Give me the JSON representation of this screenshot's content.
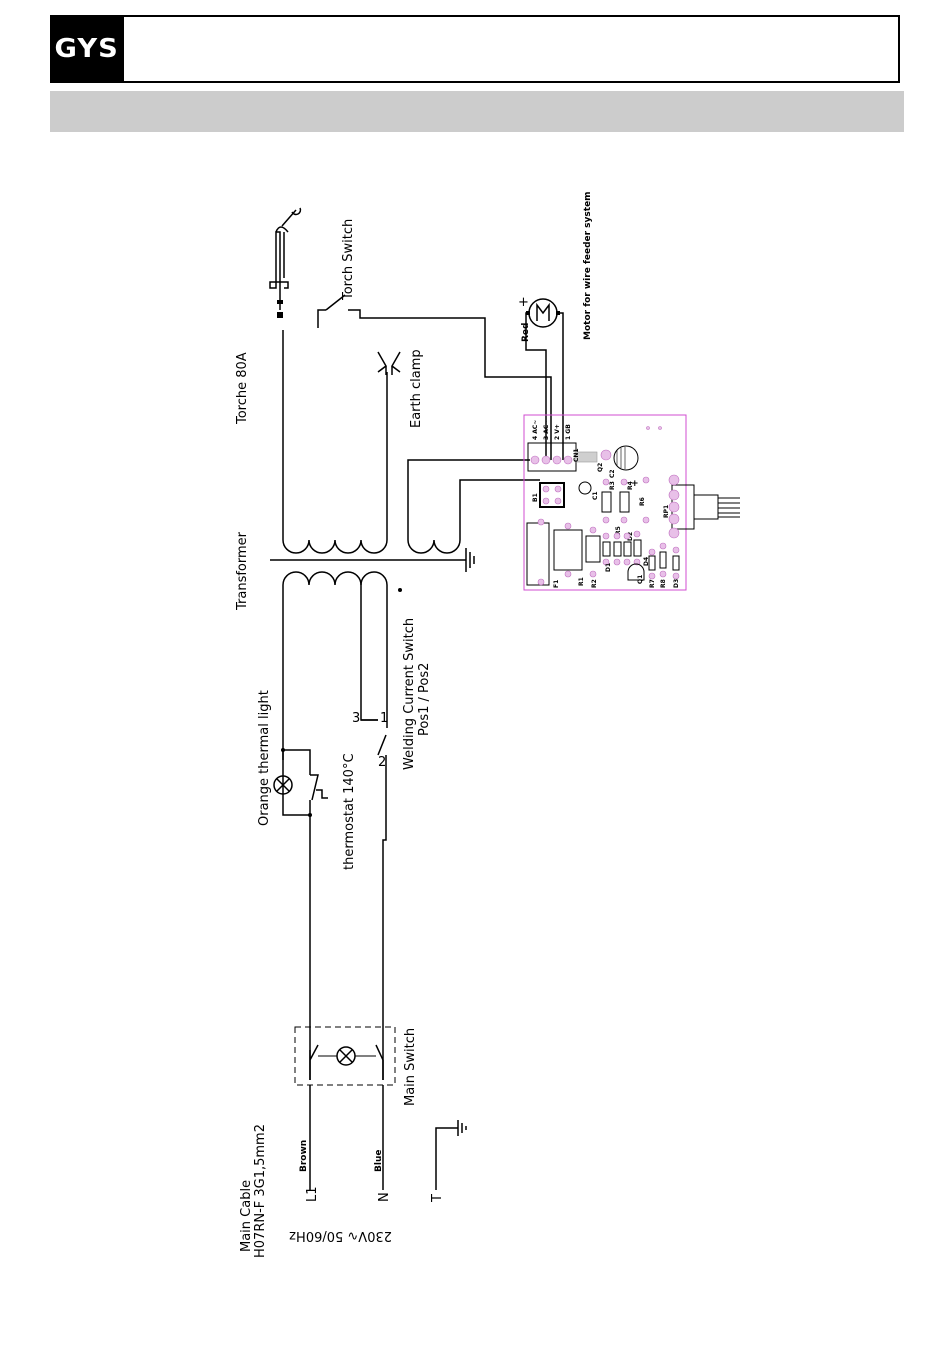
{
  "header": {
    "logo_text": "GYS"
  },
  "labels": {
    "torch": "Torche 80A",
    "torch_switch": "Torch Switch",
    "earth_clamp": "Earth clamp",
    "transformer": "Transformer",
    "motor": "Motor for wire feeder system",
    "motor_plus": "+",
    "red": "Red",
    "thermal_light": "Orange thermal light",
    "thermostat": "thermostat 140°C",
    "weld_switch_1": "Welding Current Switch",
    "weld_switch_2": "Pos1 / Pos2",
    "pos3": "3",
    "pos1": "1",
    "pos2": "2",
    "main_switch": "Main Switch",
    "main_cable_1": "Main Cable",
    "main_cable_2": "H07RN-F   3G1,5mm2",
    "brown": "Brown",
    "blue": "Blue",
    "l1": "L1",
    "n": "N",
    "t": "T",
    "supply": "230V∿ 50/60Hz"
  },
  "pcb": {
    "terminals": [
      "4 AC~",
      "3 AC~",
      "2 V+",
      "1 GB"
    ],
    "parts": [
      "CN1",
      "Q2",
      "C2",
      "+",
      "B1",
      "C1",
      "R3",
      "R4",
      "R6",
      "RP1",
      "R5",
      "D2",
      "D1",
      "R1",
      "R2",
      "F1",
      "Q1",
      "D4",
      "R7",
      "R8",
      "D3"
    ]
  },
  "colors": {
    "pcb_outline": "#d04cd0",
    "pad": "#e8c0e8",
    "band": "#cccccc"
  }
}
